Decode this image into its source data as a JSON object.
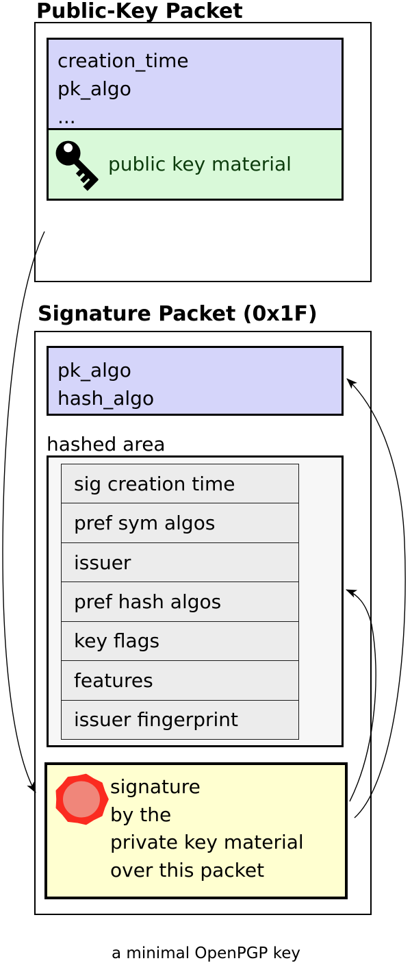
{
  "colors": {
    "purple": "#d5d5fa",
    "green": "#d9f9d9",
    "green_text": "#0c3c0c",
    "gray_panel": "#f7f7f7",
    "gray_row": "#ececec",
    "yellow": "#ffffd0",
    "seal_ring": "#fb2b20",
    "seal_fill": "#f0867a",
    "line": "#000000"
  },
  "public_key_packet": {
    "title": "Public-Key Packet",
    "header_fields": [
      "creation_time",
      "pk_algo",
      "..."
    ],
    "material_label": "public key material",
    "icon": "key-icon"
  },
  "signature_packet": {
    "title": "Signature Packet (0x1F)",
    "header_fields": [
      "pk_algo",
      "hash_algo"
    ],
    "hashed_area": {
      "label": "hashed area",
      "subpackets": [
        "sig creation time",
        "pref sym algos",
        "issuer",
        "pref hash algos",
        "key flags",
        "features",
        "issuer fingerprint"
      ]
    },
    "signature": {
      "lines": [
        "signature",
        "by the",
        "private key material",
        "over this packet"
      ],
      "icon": "seal-icon"
    }
  },
  "caption": "a minimal OpenPGP key"
}
